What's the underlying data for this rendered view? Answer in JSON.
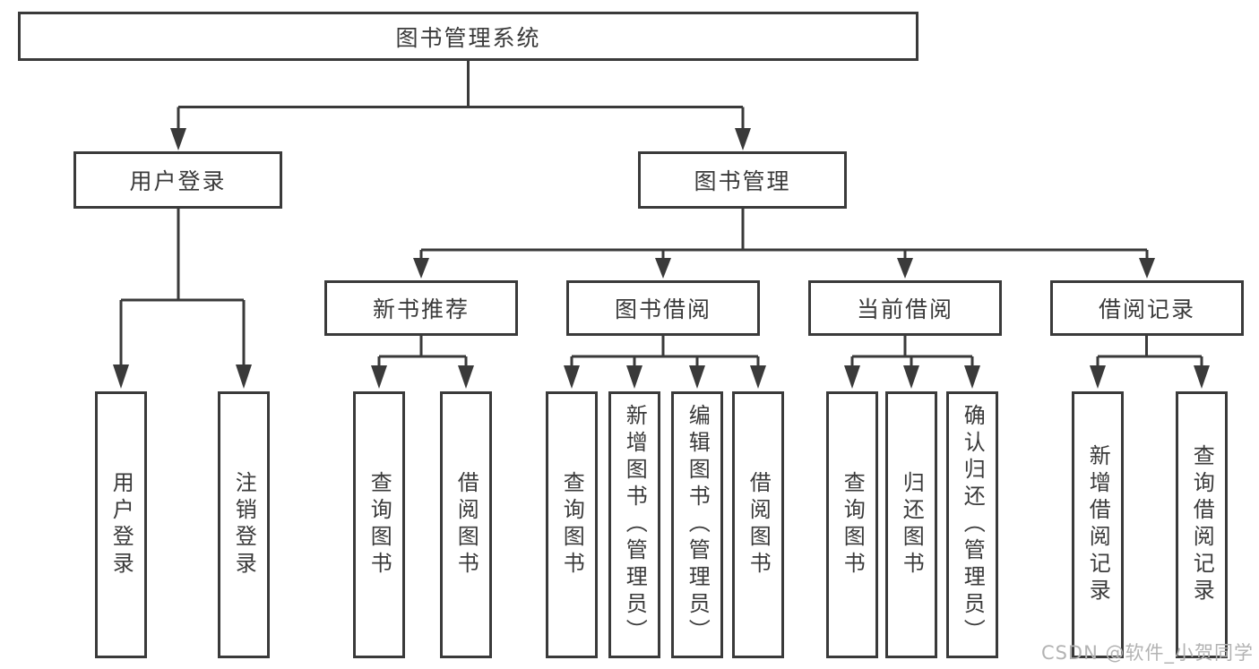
{
  "diagram": {
    "root": {
      "label": "图书管理系统",
      "children": [
        {
          "label": "用户登录",
          "children": [
            {
              "label": "用户登录"
            },
            {
              "label": "注销登录"
            }
          ]
        },
        {
          "label": "图书管理",
          "children": [
            {
              "label": "新书推荐",
              "children": [
                {
                  "label": "查询图书"
                },
                {
                  "label": "借阅图书"
                }
              ]
            },
            {
              "label": "图书借阅",
              "children": [
                {
                  "label": "查询图书"
                },
                {
                  "label": "新增图书（管理员）"
                },
                {
                  "label": "编辑图书（管理员）"
                },
                {
                  "label": "借阅图书"
                }
              ]
            },
            {
              "label": "当前借阅",
              "children": [
                {
                  "label": "查询图书"
                },
                {
                  "label": "归还图书"
                },
                {
                  "label": "确认归还（管理员）"
                }
              ]
            },
            {
              "label": "借阅记录",
              "children": [
                {
                  "label": "新增借阅记录"
                },
                {
                  "label": "查询借阅记录"
                }
              ]
            }
          ]
        }
      ]
    }
  },
  "watermark": {
    "text": "CSDN @软件_小贺同学"
  },
  "colors": {
    "line": "#3a3a3a",
    "box_border": "#3a3a3a",
    "text": "#3a3a3a",
    "background": "#ffffff",
    "watermark": "#b3b3b3"
  }
}
